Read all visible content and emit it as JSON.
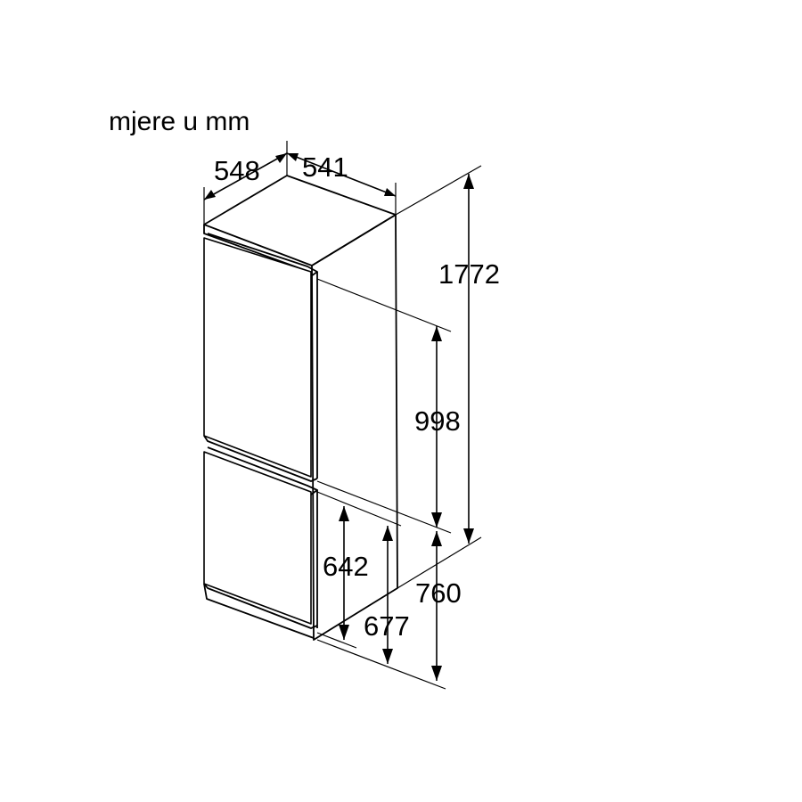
{
  "unit_label": "mjere u mm",
  "dimensions": {
    "depth": "548",
    "width": "541",
    "total_height": "1772",
    "upper_door": "998",
    "lower_door": "642",
    "niche_677": "677",
    "niche_760": "760"
  },
  "colors": {
    "line": "#000000",
    "background": "#ffffff"
  }
}
